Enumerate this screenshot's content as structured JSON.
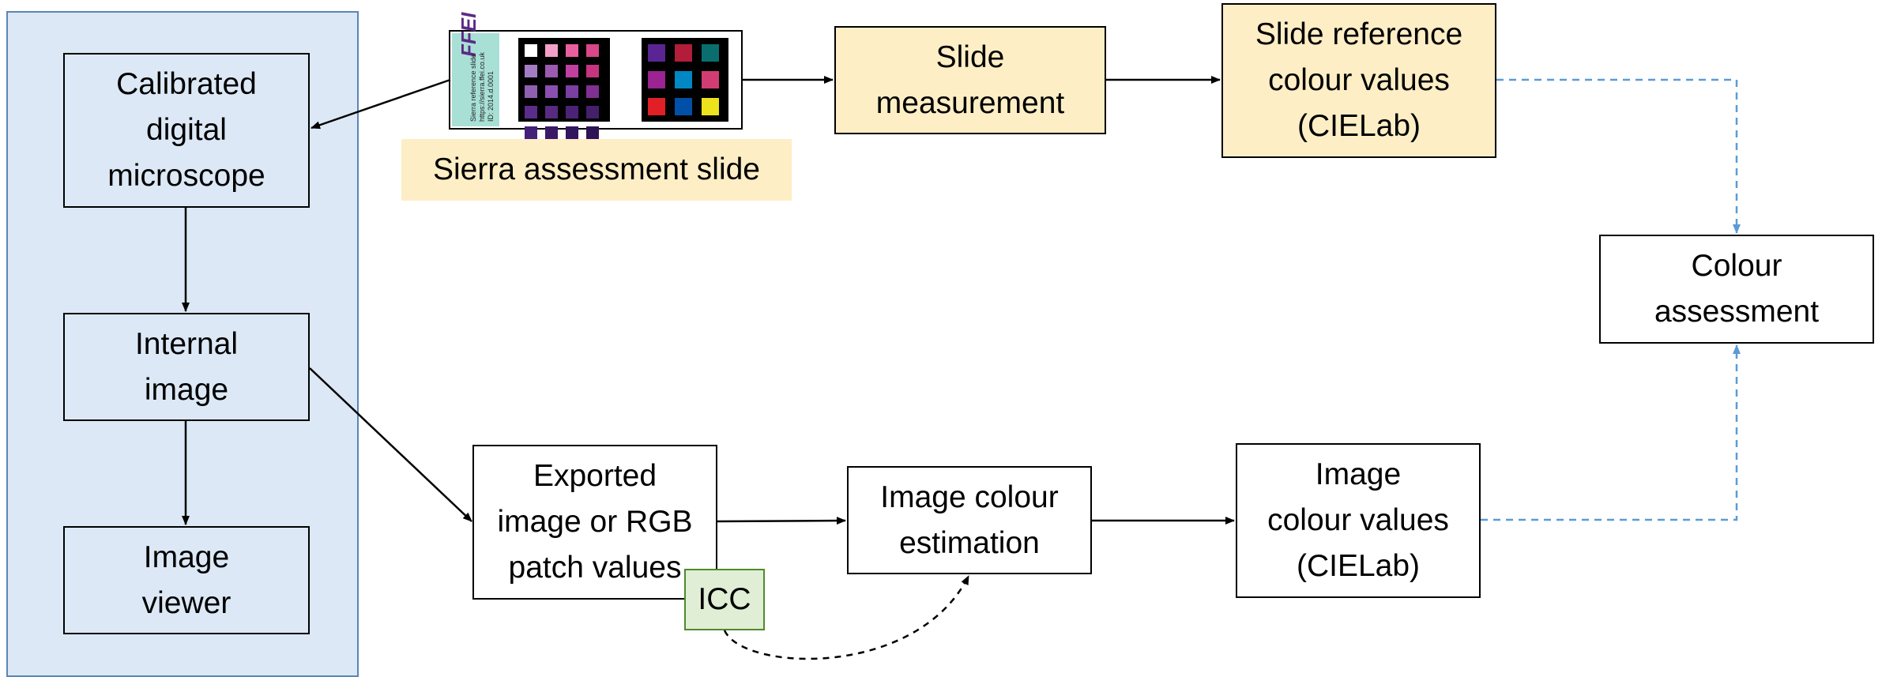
{
  "nodes": {
    "calibrated_microscope": "Calibrated\ndigital\nmicroscope",
    "internal_image": "Internal\nimage",
    "image_viewer": "Image\nviewer",
    "slide_measurement": "Slide\nmeasurement",
    "slide_reference": "Slide reference\ncolour values\n(CIELab)",
    "colour_assessment": "Colour\nassessment",
    "exported_image": "Exported\nimage or RGB\npatch values",
    "icc": "ICC",
    "image_colour_estimation": "Image colour\nestimation",
    "image_colour_values": "Image\ncolour values\n(CIELab)"
  },
  "slide": {
    "caption": "Sierra assessment slide",
    "logo": "FFEI",
    "label_text": "Sierra reference slide\nhttps://sierra.ffei.co.uk\nID: 2014.d.0001"
  },
  "colors": {
    "panel_fill": "#dce8f5",
    "panel_border": "#5a85b8",
    "highlight_fill": "#fdeec5",
    "icc_fill": "#dfeed5",
    "icc_border": "#4f8a2c",
    "dashed_blue": "#5b9bd5"
  },
  "patches": {
    "left_chart": [
      "#ffffff",
      "#f2a0c8",
      "#e85f9e",
      "#d9468a",
      "#a47cc4",
      "#9c5ab0",
      "#c040a0",
      "#c5357f",
      "#9060b0",
      "#8a4fb0",
      "#7a3fa0",
      "#803090",
      "#5a2d8a",
      "#582a82",
      "#4b2376",
      "#44206a",
      "#45207a",
      "#3a1a66",
      "#321660",
      "#2c1456"
    ],
    "right_chart": [
      "#5a2592",
      "#b21d3a",
      "#0a6e6e",
      "#9b2392",
      "#0087c4",
      "#d13d73",
      "#e11f26",
      "#0050a8",
      "#ede31c"
    ]
  }
}
